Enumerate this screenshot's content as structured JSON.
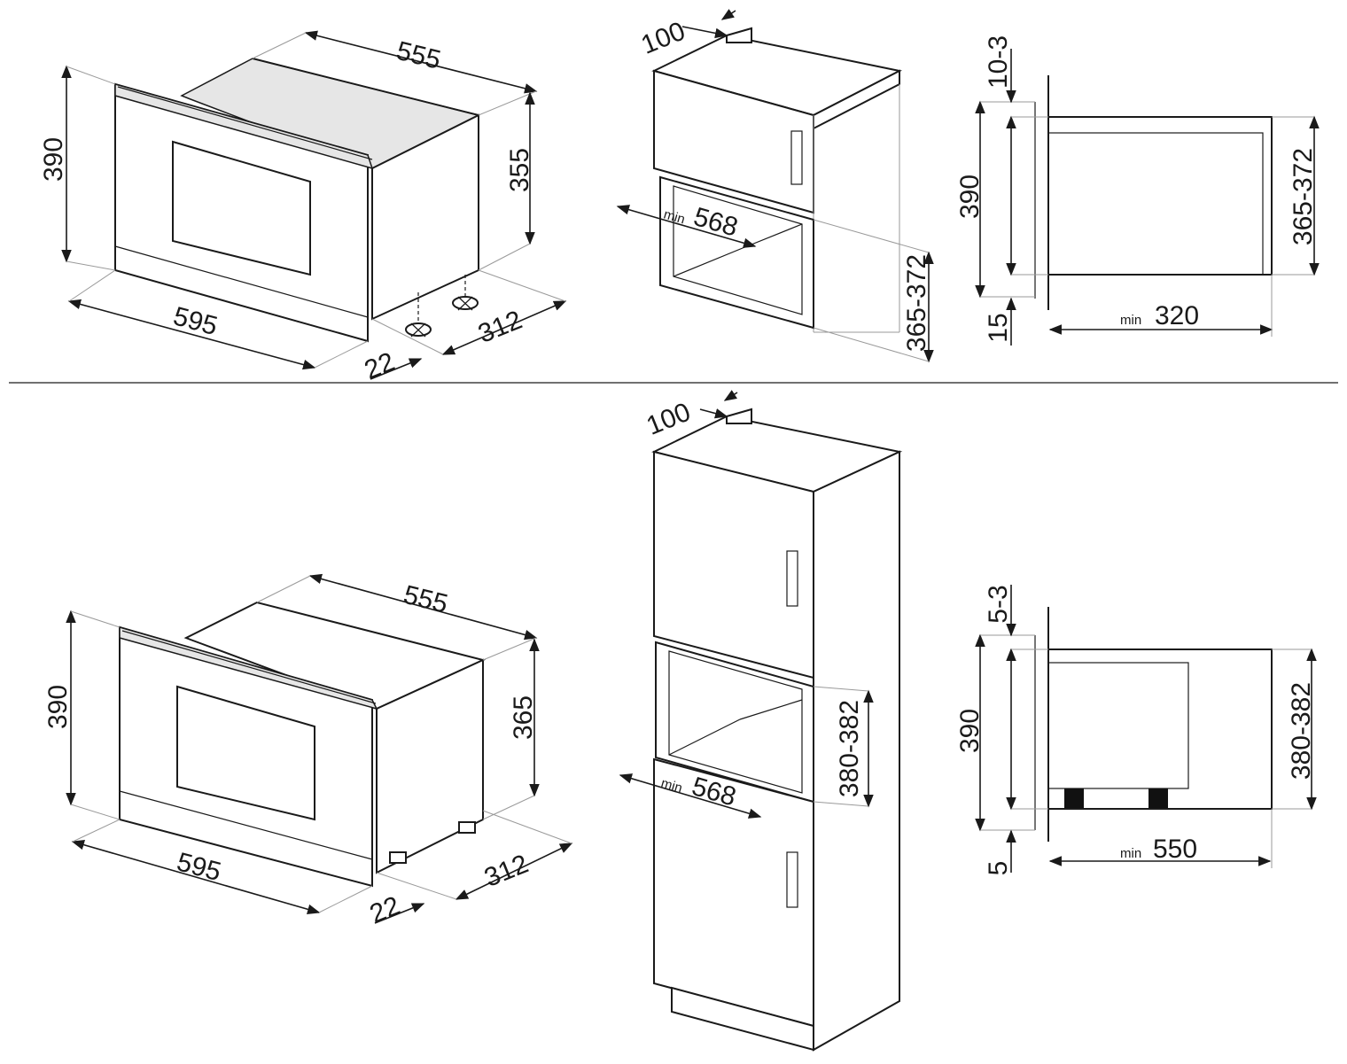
{
  "dims": {
    "a": {
      "depth": "555",
      "height": "390",
      "body_height": "355",
      "width": "595",
      "side_depth": "312",
      "front_thickness": "22",
      "rear_gap": "100",
      "niche_width_prefix": "min",
      "niche_width": "568",
      "niche_height": "365-372",
      "top_gap": "10-3",
      "side_height": "390",
      "side_niche_height": "365-372",
      "bottom_gap": "15",
      "niche_depth_prefix": "min",
      "niche_depth": "320"
    },
    "b": {
      "depth": "555",
      "height": "390",
      "body_height": "365",
      "width": "595",
      "side_depth": "312",
      "front_thickness": "22",
      "rear_gap": "100",
      "niche_width_prefix": "min",
      "niche_width": "568",
      "niche_height": "380-382",
      "top_gap": "5-3",
      "side_height": "390",
      "side_niche_height": "380-382",
      "bottom_gap": "5",
      "niche_depth_prefix": "min",
      "niche_depth": "550"
    }
  }
}
